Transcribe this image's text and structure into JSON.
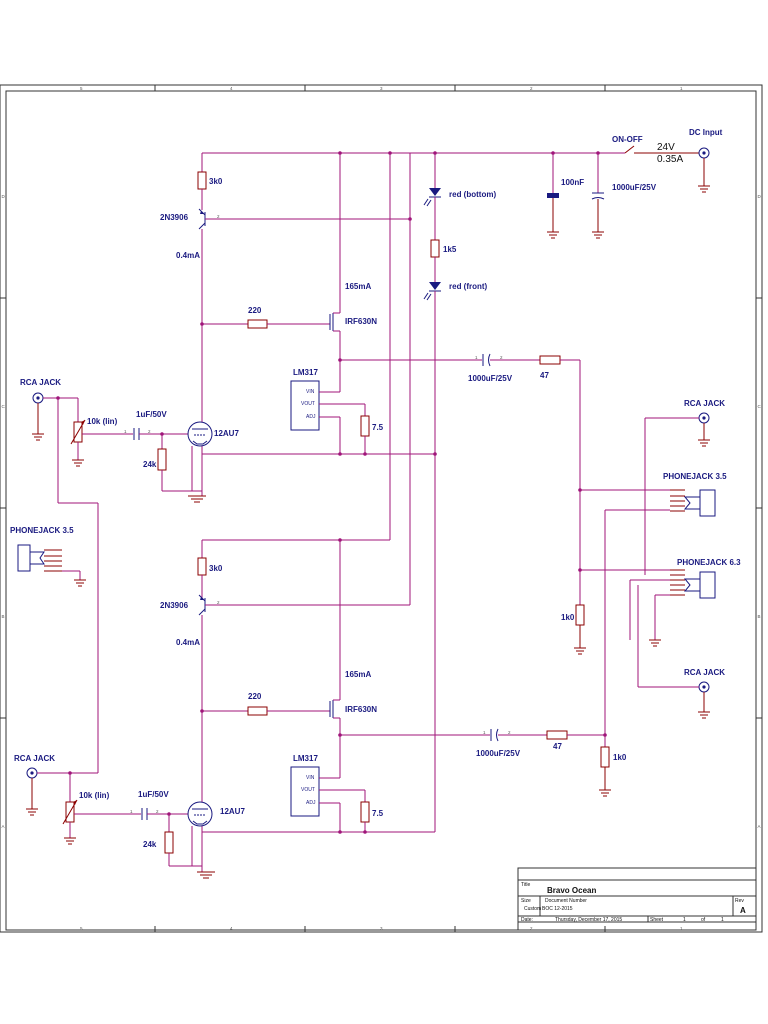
{
  "border": {
    "cols_top": [
      "5",
      "4",
      "3",
      "2",
      "1"
    ],
    "cols_bottom": [
      "5",
      "4",
      "3",
      "2",
      "1"
    ],
    "rows_left": [
      "D",
      "C",
      "B",
      "A"
    ],
    "rows_right": [
      "D",
      "C",
      "B",
      "A"
    ]
  },
  "power": {
    "dc_input": "DC Input",
    "switch": "ON-OFF",
    "voltage": "24V",
    "current": "0.35A",
    "cap_small": "100nF",
    "cap_big": "1000uF/25V",
    "led_top": "red (bottom)",
    "led_res": "1k5",
    "led_bottom": "red (front)"
  },
  "top_channel": {
    "res_3k0": "3k0",
    "transistor": "2N3906",
    "current_04": "0.4mA",
    "current_165": "165mA",
    "res_220": "220",
    "mosfet": "IRF630N",
    "regulator": "LM317",
    "reg_vin": "VIN",
    "reg_vout": "VOUT",
    "reg_adj": "ADJ",
    "res_75": "7.5",
    "tube": "12AU7",
    "input_jack": "RCA JACK",
    "pot": "10k (lin)",
    "cap_in": "1uF/50V",
    "res_24k": "24k",
    "cap_out": "1000uF/25V",
    "res_47": "47"
  },
  "bottom_channel": {
    "res_3k0": "3k0",
    "transistor": "2N3906",
    "current_04": "0.4mA",
    "current_165": "165mA",
    "res_220": "220",
    "mosfet": "IRF630N",
    "regulator": "LM317",
    "reg_vin": "VIN",
    "reg_vout": "VOUT",
    "reg_adj": "ADJ",
    "res_75": "7.5",
    "tube": "12AU7",
    "input_jack": "RCA JACK",
    "pot": "10k (lin)",
    "cap_in": "1uF/50V",
    "res_24k": "24k",
    "cap_out": "1000uF/25V",
    "res_47": "47",
    "res_1k0": "1k0"
  },
  "outputs": {
    "rca_top": "RCA JACK",
    "phone35": "PHONEJACK 3.5",
    "phone63": "PHONEJACK 6.3",
    "rca_bottom": "RCA JACK",
    "res_1k0": "1k0"
  },
  "left_input": {
    "phone35": "PHONEJACK 3.5"
  },
  "gnd": "GND",
  "title_block": {
    "title_label": "Title",
    "title": "Bravo Ocean",
    "size_label": "Size",
    "size": "Custom",
    "docnum_label": "Document Number",
    "docnum": "BOC 12-2015",
    "rev_label": "Rev",
    "rev": "A",
    "date_label": "Date:",
    "date": "Thursday, December 17, 2015",
    "sheet_label": "Sheet",
    "sheet_num": "1",
    "of_label": "of",
    "sheet_total": "1"
  }
}
